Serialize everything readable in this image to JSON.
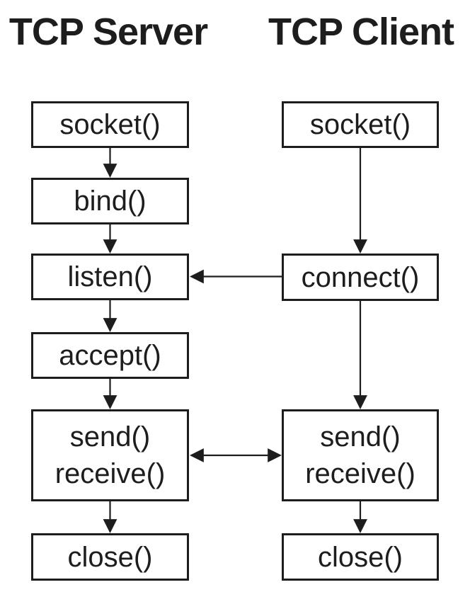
{
  "diagram": {
    "title_server": "TCP Server",
    "title_client": "TCP Client",
    "colors": {
      "line": "#1d1d1d",
      "background": "#ffffff"
    },
    "server": {
      "nodes": [
        {
          "id": "socket",
          "lines": [
            "socket()"
          ]
        },
        {
          "id": "bind",
          "lines": [
            "bind()"
          ]
        },
        {
          "id": "listen",
          "lines": [
            "listen()"
          ]
        },
        {
          "id": "accept",
          "lines": [
            "accept()"
          ]
        },
        {
          "id": "send-receive",
          "lines": [
            "send()",
            "receive()"
          ]
        },
        {
          "id": "close",
          "lines": [
            "close()"
          ]
        }
      ]
    },
    "client": {
      "nodes": [
        {
          "id": "socket",
          "lines": [
            "socket()"
          ]
        },
        {
          "id": "connect",
          "lines": [
            "connect()"
          ]
        },
        {
          "id": "send-receive",
          "lines": [
            "send()",
            "receive()"
          ]
        },
        {
          "id": "close",
          "lines": [
            "close()"
          ]
        }
      ]
    },
    "edges": [
      {
        "from": "server.socket",
        "to": "server.bind",
        "type": "arrow-down"
      },
      {
        "from": "server.bind",
        "to": "server.listen",
        "type": "arrow-down"
      },
      {
        "from": "server.listen",
        "to": "server.accept",
        "type": "arrow-down"
      },
      {
        "from": "server.accept",
        "to": "server.send-receive",
        "type": "arrow-down"
      },
      {
        "from": "server.send-receive",
        "to": "server.close",
        "type": "arrow-down"
      },
      {
        "from": "client.socket",
        "to": "client.connect",
        "type": "arrow-down"
      },
      {
        "from": "client.connect",
        "to": "client.send-receive",
        "type": "arrow-down"
      },
      {
        "from": "client.send-receive",
        "to": "client.close",
        "type": "arrow-down"
      },
      {
        "from": "client.connect",
        "to": "server.listen",
        "type": "arrow-left"
      },
      {
        "from": "server.send-receive",
        "to": "client.send-receive",
        "type": "arrow-both"
      }
    ]
  }
}
